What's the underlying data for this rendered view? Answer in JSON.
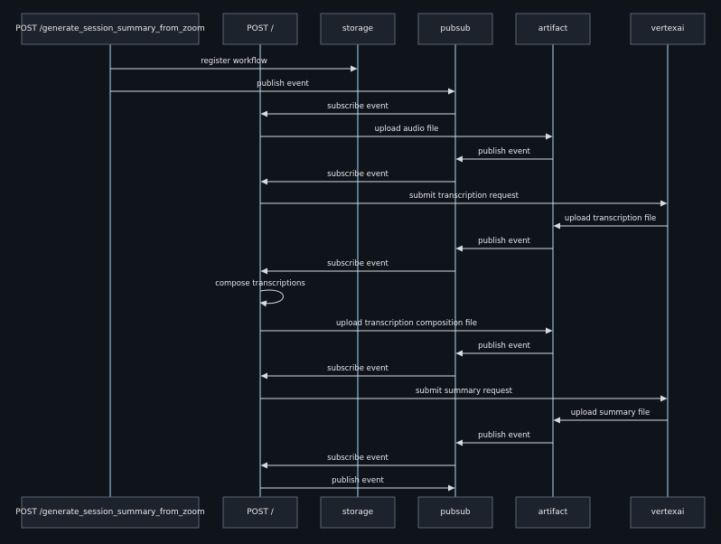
{
  "diagram": {
    "participants": [
      {
        "id": "zoom",
        "label": "POST /generate_session_summary_from_zoom"
      },
      {
        "id": "post",
        "label": "POST /"
      },
      {
        "id": "storage",
        "label": "storage"
      },
      {
        "id": "pubsub",
        "label": "pubsub"
      },
      {
        "id": "artifact",
        "label": "artifact"
      },
      {
        "id": "vertexai",
        "label": "vertexai"
      }
    ],
    "messages": [
      {
        "from": "zoom",
        "to": "storage",
        "label": "register workflow"
      },
      {
        "from": "zoom",
        "to": "pubsub",
        "label": "publish event"
      },
      {
        "from": "pubsub",
        "to": "post",
        "label": "subscribe event"
      },
      {
        "from": "post",
        "to": "artifact",
        "label": "upload audio file"
      },
      {
        "from": "artifact",
        "to": "pubsub",
        "label": "publish event"
      },
      {
        "from": "pubsub",
        "to": "post",
        "label": "subscribe event"
      },
      {
        "from": "post",
        "to": "vertexai",
        "label": "submit transcription request"
      },
      {
        "from": "vertexai",
        "to": "artifact",
        "label": "upload transcription file"
      },
      {
        "from": "artifact",
        "to": "pubsub",
        "label": "publish event"
      },
      {
        "from": "pubsub",
        "to": "post",
        "label": "subscribe event"
      },
      {
        "from": "post",
        "to": "post",
        "label": "compose transcriptions"
      },
      {
        "from": "post",
        "to": "artifact",
        "label": "upload transcription composition file"
      },
      {
        "from": "artifact",
        "to": "pubsub",
        "label": "publish event"
      },
      {
        "from": "pubsub",
        "to": "post",
        "label": "subscribe event"
      },
      {
        "from": "post",
        "to": "vertexai",
        "label": "submit summary request"
      },
      {
        "from": "vertexai",
        "to": "artifact",
        "label": "upload summary file"
      },
      {
        "from": "artifact",
        "to": "pubsub",
        "label": "publish event"
      },
      {
        "from": "pubsub",
        "to": "post",
        "label": "subscribe event"
      },
      {
        "from": "post",
        "to": "pubsub",
        "label": "publish event"
      }
    ],
    "colors": {
      "background": "#0f131a",
      "box_fill": "#1d232c",
      "box_stroke": "#596474",
      "lifeline": "#8fb9d9",
      "arrow": "#d7dbe0",
      "text": "#e6e6e6"
    }
  }
}
